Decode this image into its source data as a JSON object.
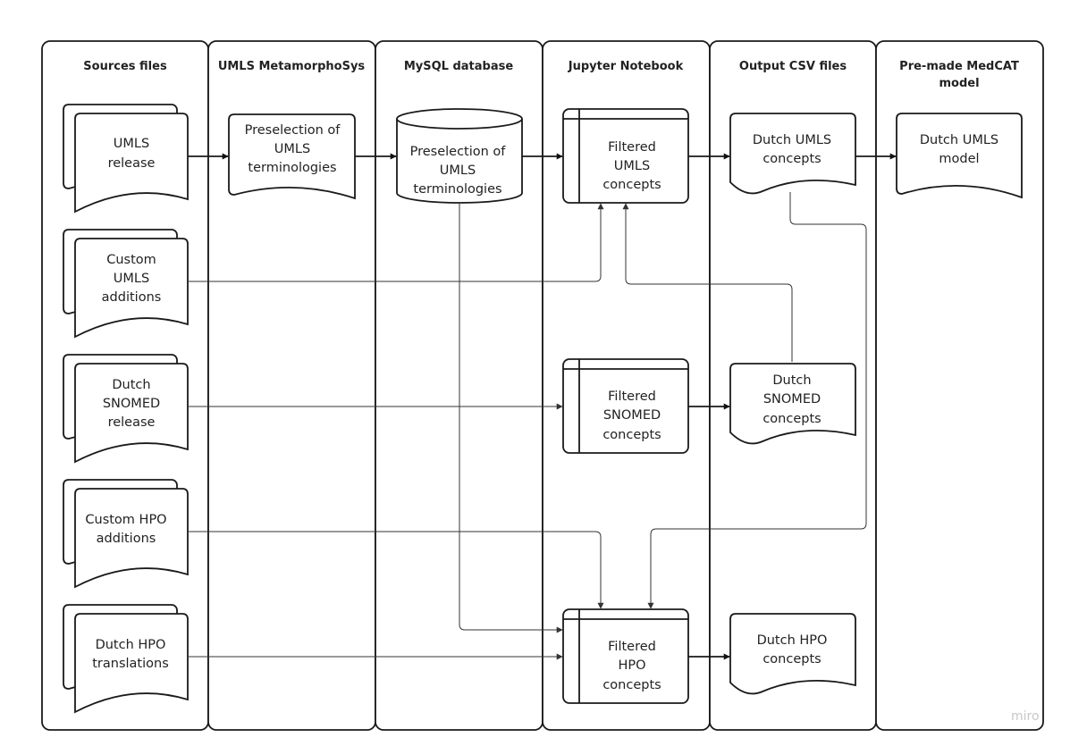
{
  "lanes": [
    {
      "header": [
        "Sources files"
      ]
    },
    {
      "header": [
        "UMLS MetamorphoSys"
      ]
    },
    {
      "header": [
        "MySQL database"
      ]
    },
    {
      "header": [
        "Jupyter Notebook"
      ]
    },
    {
      "header": [
        "Output CSV files"
      ]
    },
    {
      "header": [
        "Pre-made MedCAT",
        "model"
      ]
    }
  ],
  "sources": [
    {
      "lines": [
        "UMLS",
        "release"
      ]
    },
    {
      "lines": [
        "Custom",
        "UMLS",
        "additions"
      ]
    },
    {
      "lines": [
        "Dutch",
        "SNOMED",
        "release"
      ]
    },
    {
      "lines": [
        "Custom HPO",
        "additions"
      ]
    },
    {
      "lines": [
        "Dutch HPO",
        "translations"
      ]
    }
  ],
  "metamorphosys": {
    "lines": [
      "Preselection of",
      "UMLS",
      "terminologies"
    ]
  },
  "mysql": {
    "lines": [
      "Preselection of",
      "UMLS",
      "terminologies"
    ]
  },
  "notebook": [
    {
      "lines": [
        "Filtered",
        "UMLS",
        "concepts"
      ]
    },
    {
      "lines": [
        "Filtered",
        "SNOMED",
        "concepts"
      ]
    },
    {
      "lines": [
        "Filtered",
        "HPO",
        "concepts"
      ]
    }
  ],
  "outputs": [
    {
      "lines": [
        "Dutch UMLS",
        "concepts"
      ]
    },
    {
      "lines": [
        "Dutch",
        "SNOMED",
        "concepts"
      ]
    },
    {
      "lines": [
        "Dutch HPO",
        "concepts"
      ]
    }
  ],
  "model": {
    "lines": [
      "Dutch UMLS",
      "model"
    ]
  },
  "watermark": "miro"
}
